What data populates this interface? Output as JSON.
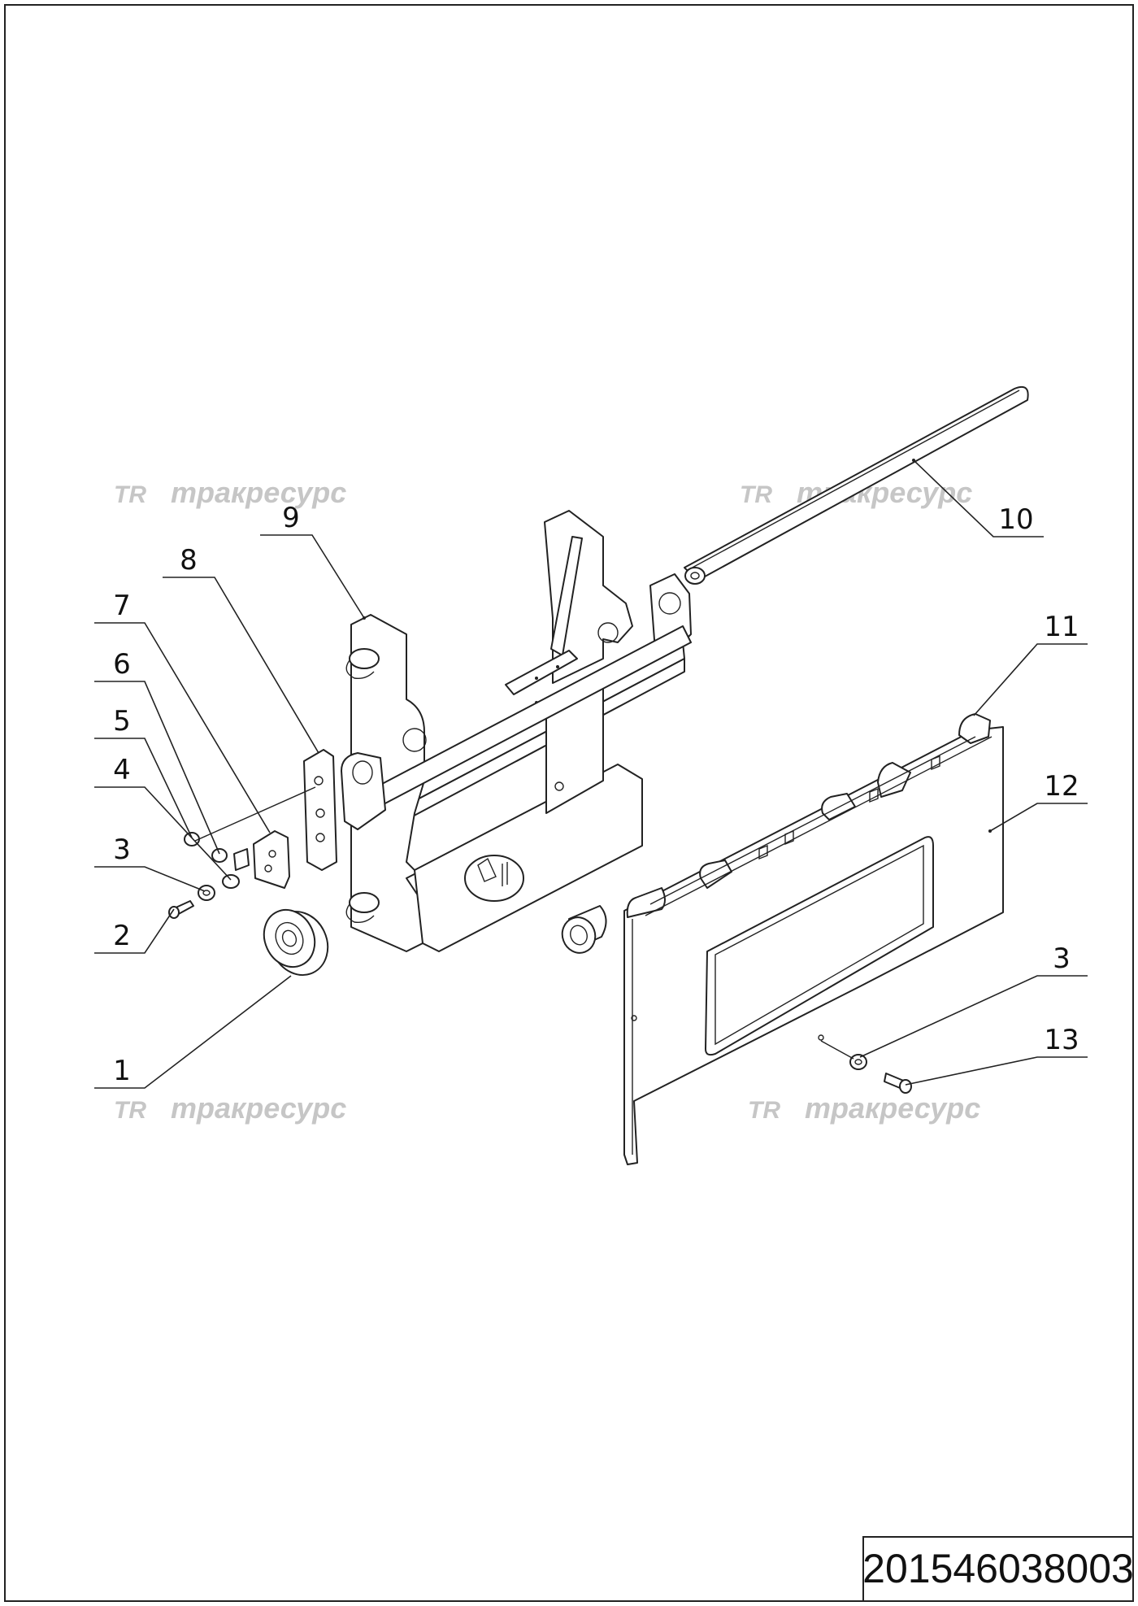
{
  "document_number": "201546038003",
  "watermarks": [
    {
      "logo": "TR",
      "text": "тракресурс"
    },
    {
      "logo": "TR",
      "text": "тракресурс"
    },
    {
      "logo": "TR",
      "text": "тракресурс"
    },
    {
      "logo": "TR",
      "text": "тракресурс"
    }
  ],
  "callouts": [
    "1",
    "2",
    "3",
    "4",
    "5",
    "6",
    "7",
    "8",
    "9",
    "10",
    "11",
    "12",
    "3",
    "13"
  ]
}
